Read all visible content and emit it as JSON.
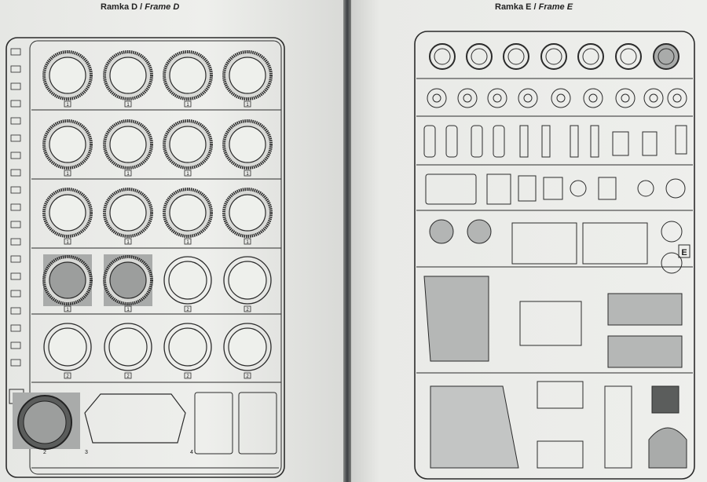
{
  "left_page": {
    "title_main": "Ramka D",
    "title_sep": " / ",
    "title_italic": "Frame D",
    "frame_letter": "D",
    "wheel_rows": [
      [
        "1",
        "1",
        "1",
        "1"
      ],
      [
        "1",
        "1",
        "1",
        "1"
      ],
      [
        "1",
        "1",
        "1",
        "1"
      ],
      [
        "1",
        "1",
        "2",
        "2"
      ],
      [
        "2",
        "2",
        "2",
        "2"
      ]
    ],
    "bottom_labels": [
      "2",
      "3",
      "4"
    ]
  },
  "right_page": {
    "title_main": "Ramka E",
    "title_sep": " / ",
    "title_italic": "Frame E",
    "frame_letter": "E"
  },
  "colors": {
    "paper": "#eceeea",
    "line": "#2b2b2b",
    "highlight": "#a9abaa",
    "tire_dark": "#3a3a3a"
  }
}
